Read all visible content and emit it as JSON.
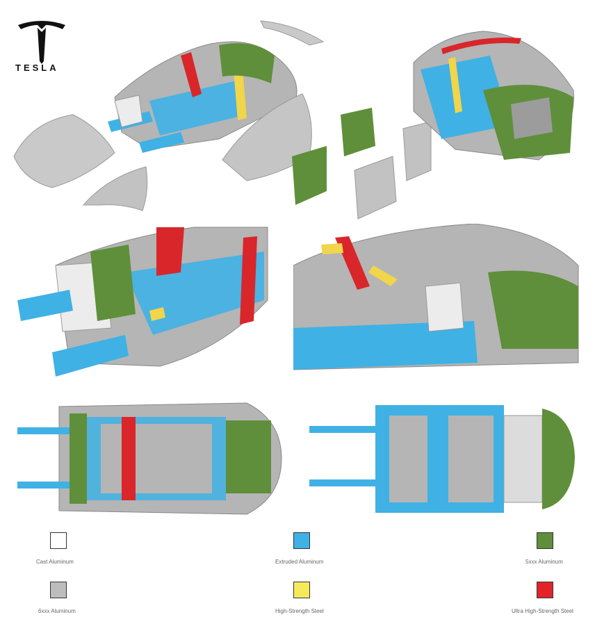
{
  "brand": {
    "wordmark": "TESLA",
    "logo_icon": "tesla-t-logo-icon"
  },
  "legend": [
    {
      "label": "Cast Aluminum",
      "color": "#ffffff"
    },
    {
      "label": "Extruded Aluminum",
      "color": "#3fb1e5"
    },
    {
      "label": "5xxx Aluminum",
      "color": "#5f8f3a"
    },
    {
      "label": "6xxx Aluminum",
      "color": "#bdbdbd"
    },
    {
      "label": "High-Strength Steel",
      "color": "#f6ea5c"
    },
    {
      "label": "Ultra High-Strength Steel",
      "color": "#e2242a"
    }
  ],
  "colors": {
    "cast": "#ececec",
    "extruded": "#3fb1e5",
    "alu5xxx": "#5f8f3a",
    "alu6xxx": "#b9b9b9",
    "hss": "#f1d54a",
    "uhss": "#d9262a"
  }
}
